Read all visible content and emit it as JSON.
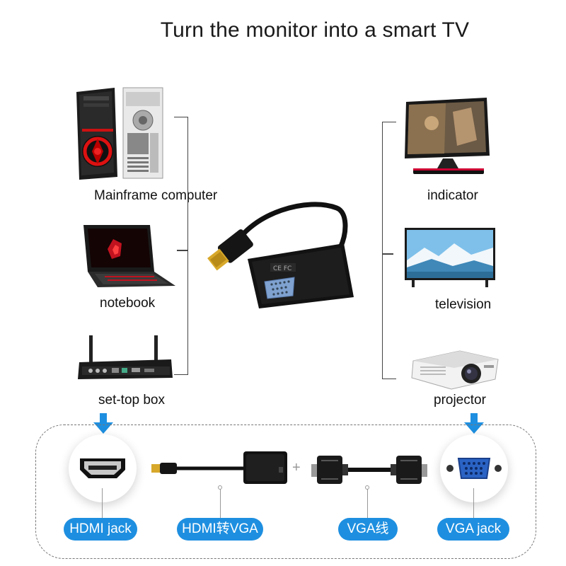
{
  "title": "Turn the monitor into a smart TV",
  "sources": [
    {
      "label": "Mainframe computer",
      "icon": "desktop-computer-icon"
    },
    {
      "label": "notebook",
      "icon": "laptop-icon"
    },
    {
      "label": "set-top box",
      "icon": "set-top-box-icon"
    }
  ],
  "outputs": [
    {
      "label": "indicator",
      "icon": "monitor-icon"
    },
    {
      "label": "television",
      "icon": "tv-icon"
    },
    {
      "label": "projector",
      "icon": "projector-icon"
    }
  ],
  "center_product": {
    "icon": "hdmi-to-vga-adapter-icon"
  },
  "bottom_tags": [
    {
      "label": "HDMI jack",
      "icon": "hdmi-port-icon"
    },
    {
      "label": "HDMI转VGA",
      "icon": "hdmi-vga-adapter-icon"
    },
    {
      "label": "VGA线",
      "icon": "vga-cable-icon"
    },
    {
      "label": "VGA jack",
      "icon": "vga-port-icon"
    }
  ],
  "colors": {
    "accent": "#1e8fe0",
    "line": "#444444",
    "arrow": "#1e8fe0"
  },
  "plus_sign": "+"
}
